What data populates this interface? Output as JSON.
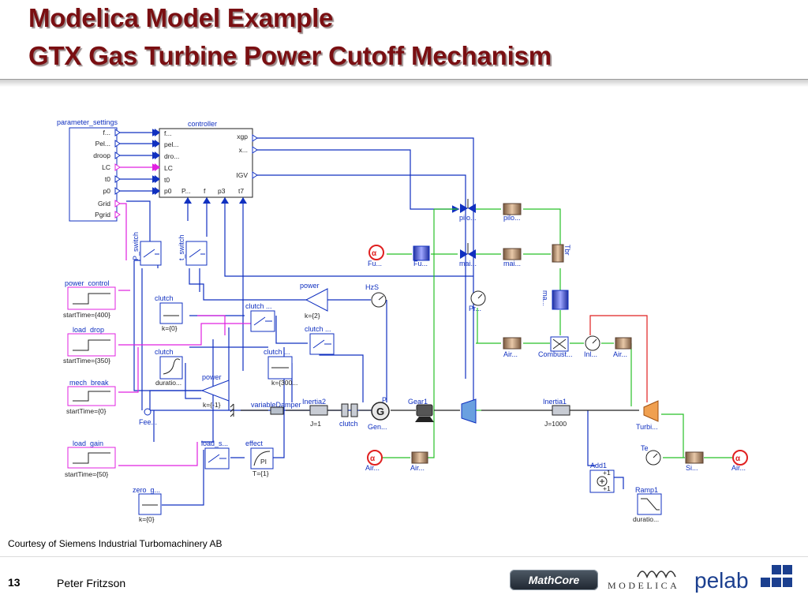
{
  "slide": {
    "title_line1": "Modelica Model Example",
    "title_line2": "GTX Gas Turbine Power Cutoff Mechanism",
    "courtesy": "Courtesy of Siemens Industrial Turbomachinery AB",
    "page_number": "13",
    "author": "Peter Fritzson"
  },
  "logos": {
    "mathcore": "MathCore",
    "modelica": "MODELICA",
    "pelab": "pelab"
  },
  "diagram": {
    "parameter_settings": "parameter_settings",
    "param_ports": [
      "f...",
      "Pel...",
      "droop",
      "LC",
      "t0",
      "p0",
      "Grid",
      "Pgrid"
    ],
    "controller": "controller",
    "controller_inputs": [
      "f...",
      "pel...",
      "dro...",
      "LC",
      "t0",
      "p0"
    ],
    "controller_outputs": [
      "xgp",
      "x...",
      "IGV"
    ],
    "controller_bottom": [
      "P...",
      "f",
      "p3",
      "t7"
    ],
    "p_switch": "P_switch",
    "t_switch": "t_switch",
    "power_control": "power_control",
    "power_control_start": "startTime={400}",
    "load_drop": "load_drop",
    "load_drop_start": "startTime={350}",
    "mech_break": "mech_break",
    "mech_break_start": "startTime={0}",
    "load_gain": "load_gain",
    "load_gain_start": "startTime={50}",
    "clutch": "clutch",
    "clutch_dots": "clutch ...",
    "k0": "k={0}",
    "k2": "k={2}",
    "kneg1": "k={-1}",
    "k300": "k={300...",
    "duratio": "duratio...",
    "power": "power",
    "hzs": "HzS",
    "fee": "Fee...",
    "variable_damper": "variableDamper",
    "inertia2": "Inertia2",
    "j1": "J=1",
    "p": "P",
    "gen": "Gen...",
    "gear1": "Gear1",
    "inertia1": "Inertia1",
    "j1000": "J=1000",
    "turbi": "Turbi...",
    "load_s": "load_s...",
    "effect": "effect",
    "t1": "T={1}",
    "zero_g": "zero_g...",
    "pilo": "pilo...",
    "mai": "mai...",
    "fu": "Fu...",
    "pr": "Pr...",
    "ma": "ma...",
    "tbr": "Tbr",
    "air": "Air...",
    "combust": "Combust...",
    "inl": "Inl...",
    "add1": "Add1",
    "ramp1": "Ramp1",
    "si": "Si...",
    "te": "Te"
  }
}
